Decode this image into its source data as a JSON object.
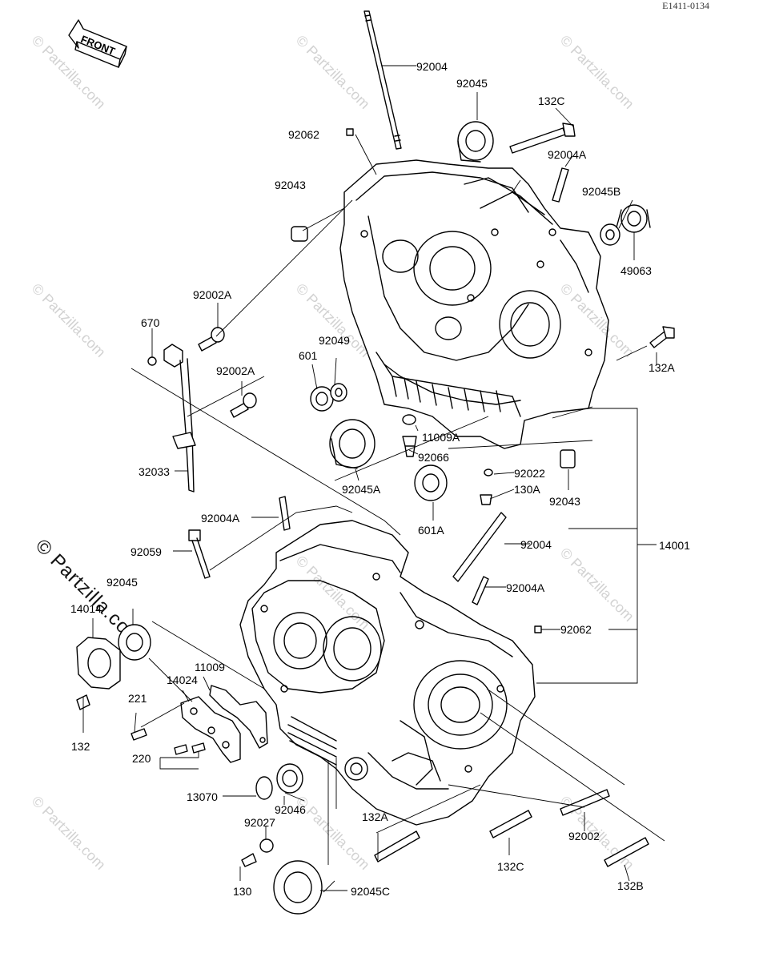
{
  "diagram_code": "E1411-0134",
  "front_arrow_label": "FRONT",
  "watermark_text": "© Partzilla.com",
  "labels": {
    "p92004_top": "92004",
    "p92045_top": "92045",
    "p92062_top": "92062",
    "p132C_top": "132C",
    "p92004A_top": "92004A",
    "p92043_top": "92043",
    "p92045B": "92045B",
    "p49063": "49063",
    "p92002A_1": "92002A",
    "p670": "670",
    "p92049": "92049",
    "p601": "601",
    "p132A_right": "132A",
    "p92002A_2": "92002A",
    "p11009A": "11009A",
    "p92066": "92066",
    "p92022": "92022",
    "p92045A": "92045A",
    "p32033": "32033",
    "p130A": "130A",
    "p92043_right": "92043",
    "p601A": "601A",
    "p92004A_mid": "92004A",
    "p92059": "92059",
    "p92004_mid": "92004",
    "p14001": "14001",
    "p14014": "14014",
    "p92045_left": "92045",
    "p92004A_low": "92004A",
    "p92062_low": "92062",
    "p11009": "11009",
    "p14024": "14024",
    "p221": "221",
    "p132": "132",
    "p220": "220",
    "p13070": "13070",
    "p92046": "92046",
    "p92027": "92027",
    "p132A_low": "132A",
    "p92002": "92002",
    "p132C_low": "132C",
    "p130": "130",
    "p92045C": "92045C",
    "p132B": "132B"
  }
}
